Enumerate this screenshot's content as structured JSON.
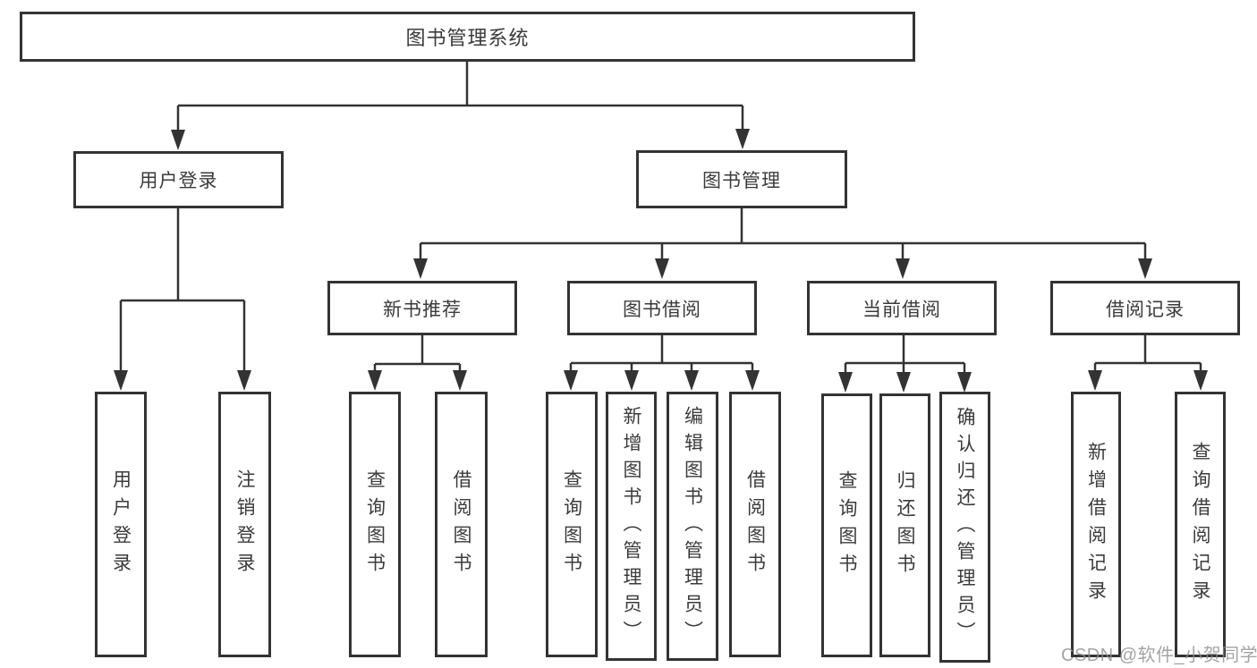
{
  "diagram": {
    "root": {
      "label": "图书管理系统"
    },
    "branches": [
      {
        "label": "用户登录",
        "children": [
          {
            "label": "用户登录"
          },
          {
            "label": "注销登录"
          }
        ]
      },
      {
        "label": "图书管理",
        "children": [
          {
            "label": "新书推荐",
            "children": [
              {
                "label": "查询图书"
              },
              {
                "label": "借阅图书"
              }
            ]
          },
          {
            "label": "图书借阅",
            "children": [
              {
                "label": "查询图书"
              },
              {
                "label": "新增图书（管理员）"
              },
              {
                "label": "编辑图书（管理员）"
              },
              {
                "label": "借阅图书"
              }
            ]
          },
          {
            "label": "当前借阅",
            "children": [
              {
                "label": "查询图书"
              },
              {
                "label": "归还图书"
              },
              {
                "label": "确认归还（管理员）"
              }
            ]
          },
          {
            "label": "借阅记录",
            "children": [
              {
                "label": "新增借阅记录"
              },
              {
                "label": "查询借阅记录"
              }
            ]
          }
        ]
      }
    ]
  },
  "watermark": {
    "text": "CSDN @软件_小贺同学"
  },
  "colors": {
    "line": "#333333",
    "box_border": "#333333",
    "text": "#3b3b3b",
    "watermark": "#8c8c8c",
    "background": "#ffffff"
  }
}
